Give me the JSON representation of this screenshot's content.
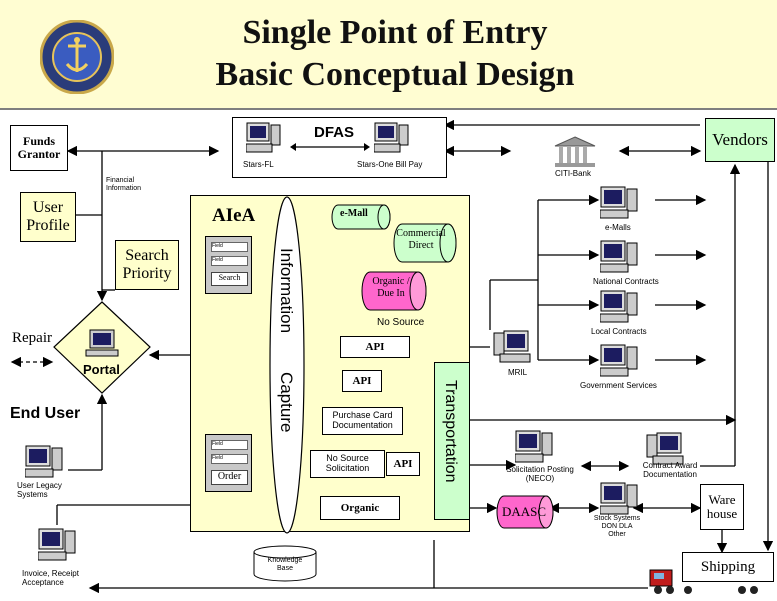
{
  "title": {
    "line1": "Single Point of Entry",
    "line2": "Basic Conceptual Design"
  },
  "colors": {
    "band": "#fffdd2",
    "green": "#ccffcc",
    "cream": "#ffffcc",
    "pink": "#ff66cc",
    "pinkLight": "#ff9ad8"
  },
  "seal": {
    "name": "commander-seal-icon"
  },
  "dfas": {
    "label": "DFAS",
    "left_pc": "Stars-FL",
    "right_pc": "Stars-One Bill Pay"
  },
  "funds_grantor": "Funds Grantor",
  "financial_information": "Financial Information",
  "user_profile": "User Profile",
  "search_priority": "Search Priority",
  "repair": "Repair",
  "portal": "Portal",
  "end_user": "End User",
  "user_legacy": "User Legacy Systems",
  "invoice": "Invoice, Receipt Acceptance",
  "aiea": {
    "label": "AIeA",
    "search_label": "Search",
    "order_label": "Order",
    "form_field": "Field",
    "information": "Information",
    "capture": "Capture",
    "knowledge_base": "Knowledge Base"
  },
  "emall": "e-Mall",
  "commercial_direct": "Commercial Direct",
  "organic_due_in": "Organic / Due In",
  "no_source": "No Source",
  "api": "API",
  "purchase_card": "Purchase Card Documentation",
  "no_source_solicitation": "No Source Solicitation",
  "organic": "Organic",
  "transportation": "Transportation",
  "citi_bank": "CITI-Bank",
  "vendors": "Vendors",
  "emalls": "e-Malls",
  "national_contracts": "National Contracts",
  "local_contracts": "Local Contracts",
  "government_services": "Government Services",
  "mril": "MRIL",
  "solicitation_posting": "Solicitation Posting (NECO)",
  "contract_award": "Contract Award Documentation",
  "daasc": "DAASC",
  "stock_systems": "Stock Systems DON DLA Other",
  "warehouse": "Ware house",
  "shipping": "Shipping"
}
